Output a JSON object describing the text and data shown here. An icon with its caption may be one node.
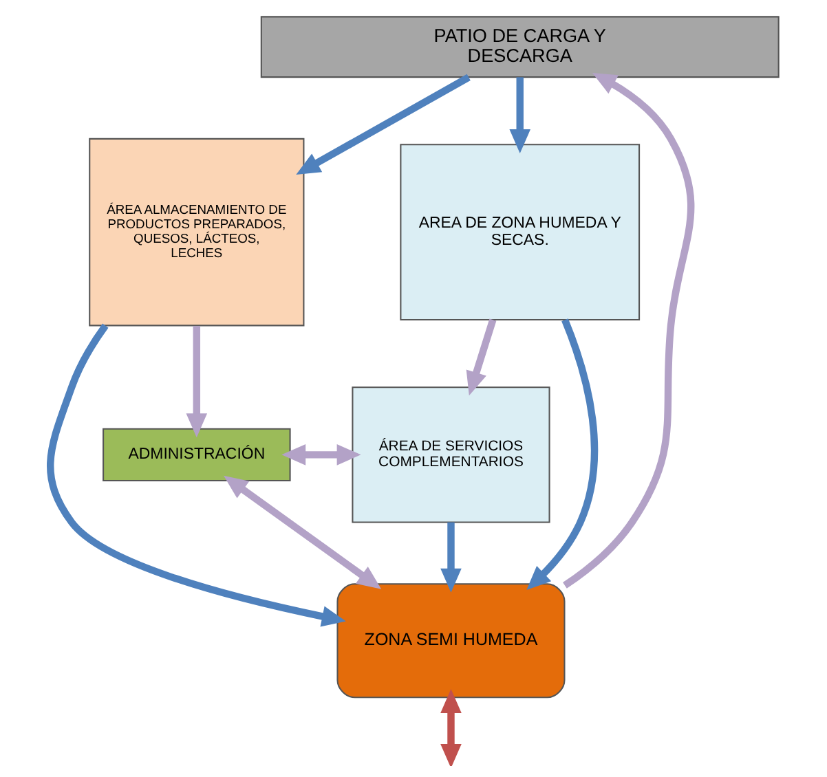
{
  "diagram": {
    "nodes": [
      {
        "text": [
          "PATIO DE CARGA Y DESCARGA"
        ]
      },
      {
        "text": [
          "ÁREA ALMACENAMIENTO DE PRODUCTOS PREPARADOS, QUESOS, LÁCTEOS, LECHES"
        ]
      },
      {
        "text": [
          "ZONA SEMI HUMEDA"
        ]
      },
      {
        "text": [
          "AREA DE ZONA HUMEDA Y SECAS."
        ]
      },
      {
        "text": [
          "ADMINISTRACIÓN"
        ]
      },
      {
        "text": [
          "ÁREA DE SERVICIOS COMPLEMENTARIOS"
        ]
      }
    ],
    "edges": [
      {
        "from": 0,
        "to": 1,
        "arrow": "to",
        "color": "#4f81bd"
      },
      {
        "from": 0,
        "to": 3,
        "arrow": "to",
        "color": "#4f81bd"
      },
      {
        "from": 2,
        "to": 0,
        "arrow": "to",
        "color": "#b3a2c7"
      },
      {
        "from": 1,
        "to": 2,
        "arrow": "to",
        "color": "#4f81bd"
      },
      {
        "from": 3,
        "to": 2,
        "arrow": "to",
        "color": "#4f81bd"
      },
      {
        "from": 5,
        "to": 2,
        "arrow": "to",
        "color": "#4f81bd"
      },
      {
        "from": 3,
        "to": 5,
        "arrow": "to",
        "color": "#b3a2c7"
      },
      {
        "from": 1,
        "to": 4,
        "arrow": "to",
        "color": "#b3a2c7"
      },
      {
        "from": 4,
        "to": 2,
        "arrow": "both",
        "color": "#b3a2c7"
      },
      {
        "from": 4,
        "to": 5,
        "arrow": "both",
        "color": "#b3a2c7"
      },
      {
        "from": 2,
        "to": null,
        "arrow": "both",
        "color": "#c0504d"
      }
    ]
  }
}
